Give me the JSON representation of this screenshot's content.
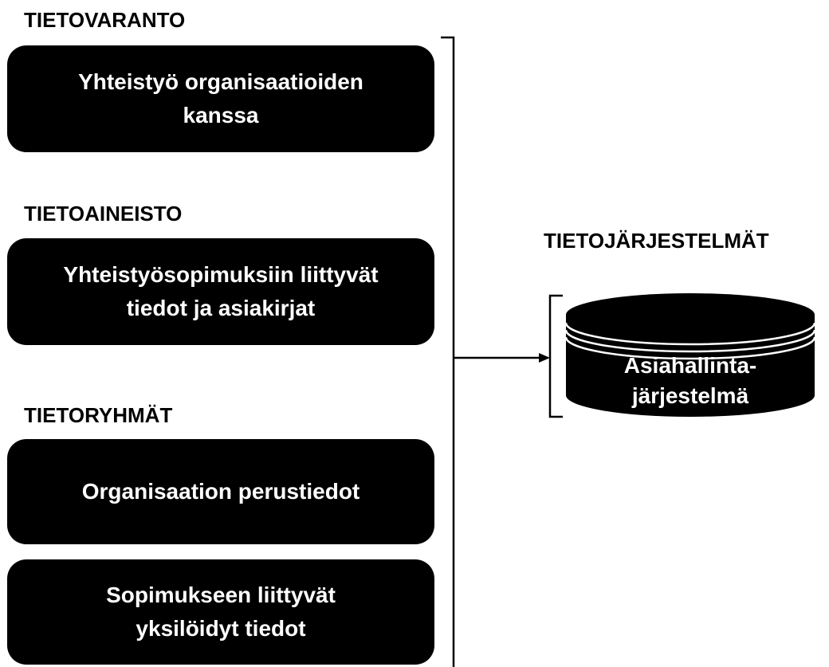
{
  "headings": {
    "tietovaranto": "TIETOVARANTO",
    "tietoaineisto": "TIETOAINEISTO",
    "tietoryhmat": "TIETORYHMÄT",
    "tietojarjestelmat": "TIETOJÄRJESTELMÄT"
  },
  "boxes": {
    "tietovaranto_line1": "Yhteistyö organisaatioiden",
    "tietovaranto_line2": "kanssa",
    "tietoaineisto_line1": "Yhteistyösopimuksiin liittyvät",
    "tietoaineisto_line2": "tiedot ja asiakirjat",
    "ryhma1": "Organisaation perustiedot",
    "ryhma2_line1": "Sopimukseen liittyvät",
    "ryhma2_line2": "yksilöidyt tiedot"
  },
  "system": {
    "line1": "Asiahallinta-",
    "line2": "järjestelmä"
  },
  "colors": {
    "box_fill": "#000000",
    "box_text": "#ffffff",
    "background": "#ffffff",
    "lines": "#000000"
  }
}
